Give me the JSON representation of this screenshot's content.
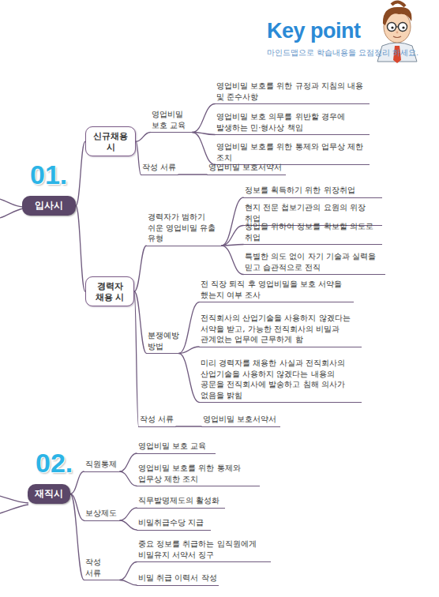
{
  "diagram": {
    "title": "Key point",
    "nodes": [
      {
        "text": [
          "01.",
          "입사시"
        ]
      },
      {
        "text": [
          "신규채용 시"
        ]
      },
      {
        "text": [
          "영업비밀 보호 교육"
        ]
      },
      {
        "text": [
          "영업비밀 보호를 위한 규정과 지침의 내용 및 준수사항"
        ]
      },
      {
        "text": [
          "영업비밀 보호 의무를 위반할 경우에 발생하는 민·형사상 책임"
        ]
      },
      {
        "text": [
          "영업비밀 보호를 위한 통제와 업무상 제한 조치"
        ]
      },
      {
        "text": [
          "작성 서류"
        ]
      },
      {
        "text": [
          "영업비밀 보호서약서"
        ]
      },
      {
        "text": [
          "경력자 채용 시"
        ]
      },
      {
        "text": [
          "경력자가 범하기 쉬운 영업비밀 유출 유형"
        ]
      },
      {
        "text": [
          "정보를 획득하기 위한 위장취업"
        ]
      },
      {
        "text": [
          "현지 전문 첩보기관의 요원의 위장 취업"
        ]
      },
      {
        "text": [
          "창업을 위하여 정보를 확보할 의도로 취업"
        ]
      },
      {
        "text": [
          "특별한 의도 없이 자기 기술과 실력을 믿고 습관적으로 전직"
        ]
      },
      {
        "text": [
          "분쟁예방 방법"
        ]
      },
      {
        "text": [
          "전 직장 퇴직 후 영업비밀을 보호 서약을 했는지 여부 조사"
        ]
      },
      {
        "text": [
          "전직회사의 산업기술을 사용하지 않겠다는 서약을 받고, 가능한 전직회사의 비밀과 관계없는 업무에 근무하게 함"
        ]
      },
      {
        "text": [
          "미리 경력자를 채용한 사실과 전직회사의 산업기술을 사용하지 않겠다는 내용의 공문을 전직회사에 발송하고 침해 의사가 없음을 밝힘"
        ]
      },
      {
        "text": [
          "작성 서류"
        ]
      },
      {
        "text": [
          "영업비밀 보호서약서"
        ]
      },
      {
        "text": [
          "02.",
          "재직시"
        ]
      },
      {
        "text": [
          "직원통제"
        ]
      },
      {
        "text": [
          "영업비밀 보호 교육"
        ]
      },
      {
        "text": [
          "영업비밀 보호를 위한 통제와 업무상 제한 조치"
        ]
      },
      {
        "text": [
          "보상제도"
        ]
      },
      {
        "text": [
          "직무발명제도의 활성화"
        ]
      },
      {
        "text": [
          "비밀취급수당 지급"
        ]
      },
      {
        "text": [
          "작성 서류"
        ]
      },
      {
        "text": [
          "중요 정보를 취급하는 임직원에게 비밀유지 서약서 징구"
        ]
      },
      {
        "text": [
          "비밀 취급 이력서 작성"
        ]
      }
    ],
    "edges": [
      {
        "from": 0,
        "to": 1,
        "arrow": "none"
      },
      {
        "from": 1,
        "to": 2,
        "arrow": "none"
      },
      {
        "from": 2,
        "to": 3,
        "arrow": "none"
      },
      {
        "from": 2,
        "to": 4,
        "arrow": "none"
      },
      {
        "from": 2,
        "to": 5,
        "arrow": "none"
      },
      {
        "from": 1,
        "to": 6,
        "arrow": "none"
      },
      {
        "from": 6,
        "to": 7,
        "arrow": "none"
      },
      {
        "from": 0,
        "to": 8,
        "arrow": "none"
      },
      {
        "from": 8,
        "to": 9,
        "arrow": "none"
      },
      {
        "from": 9,
        "to": 10,
        "arrow": "none"
      },
      {
        "from": 9,
        "to": 11,
        "arrow": "none"
      },
      {
        "from": 9,
        "to": 12,
        "arrow": "none"
      },
      {
        "from": 9,
        "to": 13,
        "arrow": "none"
      },
      {
        "from": 8,
        "to": 14,
        "arrow": "none"
      },
      {
        "from": 14,
        "to": 15,
        "arrow": "none"
      },
      {
        "from": 14,
        "to": 16,
        "arrow": "none"
      },
      {
        "from": 14,
        "to": 17,
        "arrow": "none"
      },
      {
        "from": 8,
        "to": 18,
        "arrow": "none"
      },
      {
        "from": 18,
        "to": 19,
        "arrow": "none"
      },
      {
        "from": 20,
        "to": 21,
        "arrow": "none"
      },
      {
        "from": 21,
        "to": 22,
        "arrow": "none"
      },
      {
        "from": 21,
        "to": 23,
        "arrow": "none"
      },
      {
        "from": 20,
        "to": 24,
        "arrow": "none"
      },
      {
        "from": 24,
        "to": 25,
        "arrow": "none"
      },
      {
        "from": 24,
        "to": 26,
        "arrow": "none"
      },
      {
        "from": 20,
        "to": 27,
        "arrow": "none"
      },
      {
        "from": 27,
        "to": 28,
        "arrow": "none"
      },
      {
        "from": 27,
        "to": 29,
        "arrow": "none"
      }
    ],
    "labels": [
      "마인드맵으로 학습내용을 요점정리 하세요."
    ]
  }
}
